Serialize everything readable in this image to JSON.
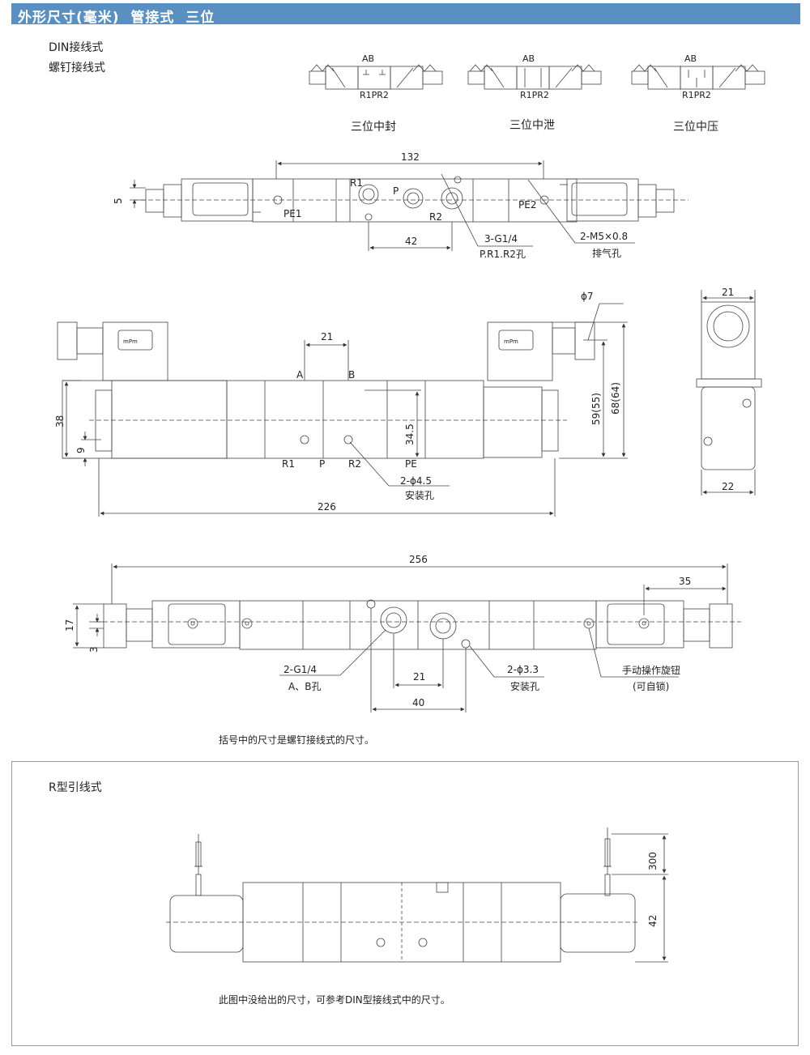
{
  "header": {
    "title": "外形尺寸(毫米)  管接式  三位"
  },
  "section1": {
    "line1": "DIN接线式",
    "line2": "螺钉接线式"
  },
  "symbols": [
    {
      "top_ports": "AB",
      "bottom_ports": "R1PR2",
      "caption": "三位中封"
    },
    {
      "top_ports": "AB",
      "bottom_ports": "R1PR2",
      "caption": "三位中泄"
    },
    {
      "top_ports": "AB",
      "bottom_ports": "R1PR2",
      "caption": "三位中压"
    }
  ],
  "top_view": {
    "dim_132": "132",
    "dim_5": "5",
    "dim_42": "42",
    "label_r1": "R1",
    "label_p": "P",
    "label_r2": "R2",
    "label_pe1": "PE1",
    "label_pe2": "PE2",
    "note_port_thread": "3-G1/4",
    "note_port_names": "P.R1.R2孔",
    "note_exhaust_thread": "2-M5×0.8",
    "note_exhaust": "排气孔"
  },
  "front_view": {
    "dim_phi7": "ϕ7",
    "dim_21": "21",
    "dim_38": "38",
    "dim_9": "9",
    "dim_34_5": "34.5",
    "dim_59": "59(55)",
    "dim_68": "68(64)",
    "dim_226": "226",
    "label_a": "A",
    "label_b": "B",
    "label_r1": "R1",
    "label_p": "P",
    "label_r2": "R2",
    "label_pe": "PE",
    "note_mount_thread": "2-ϕ4.5",
    "note_mount": "安装孔",
    "coil_mark": "mPm"
  },
  "side_view": {
    "dim_21": "21",
    "dim_22": "22"
  },
  "bottom_view": {
    "dim_256": "256",
    "dim_35": "35",
    "dim_17": "17",
    "dim_3": "3",
    "dim_21": "21",
    "dim_40": "40",
    "note_ab_thread": "2-G1/4",
    "note_ab": "A、B孔",
    "note_mount_thread": "2-ϕ3.3",
    "note_mount": "安装孔",
    "note_manual": "手动操作旋钮",
    "note_lock": "(可自锁)"
  },
  "footnote1": "括号中的尺寸是螺钉接线式的尺寸。",
  "section2": {
    "title": "R型引线式",
    "dim_300": "300",
    "dim_42": "42",
    "footnote": "此图中没给出的尺寸，可参考DIN型接线式中的尺寸。"
  }
}
